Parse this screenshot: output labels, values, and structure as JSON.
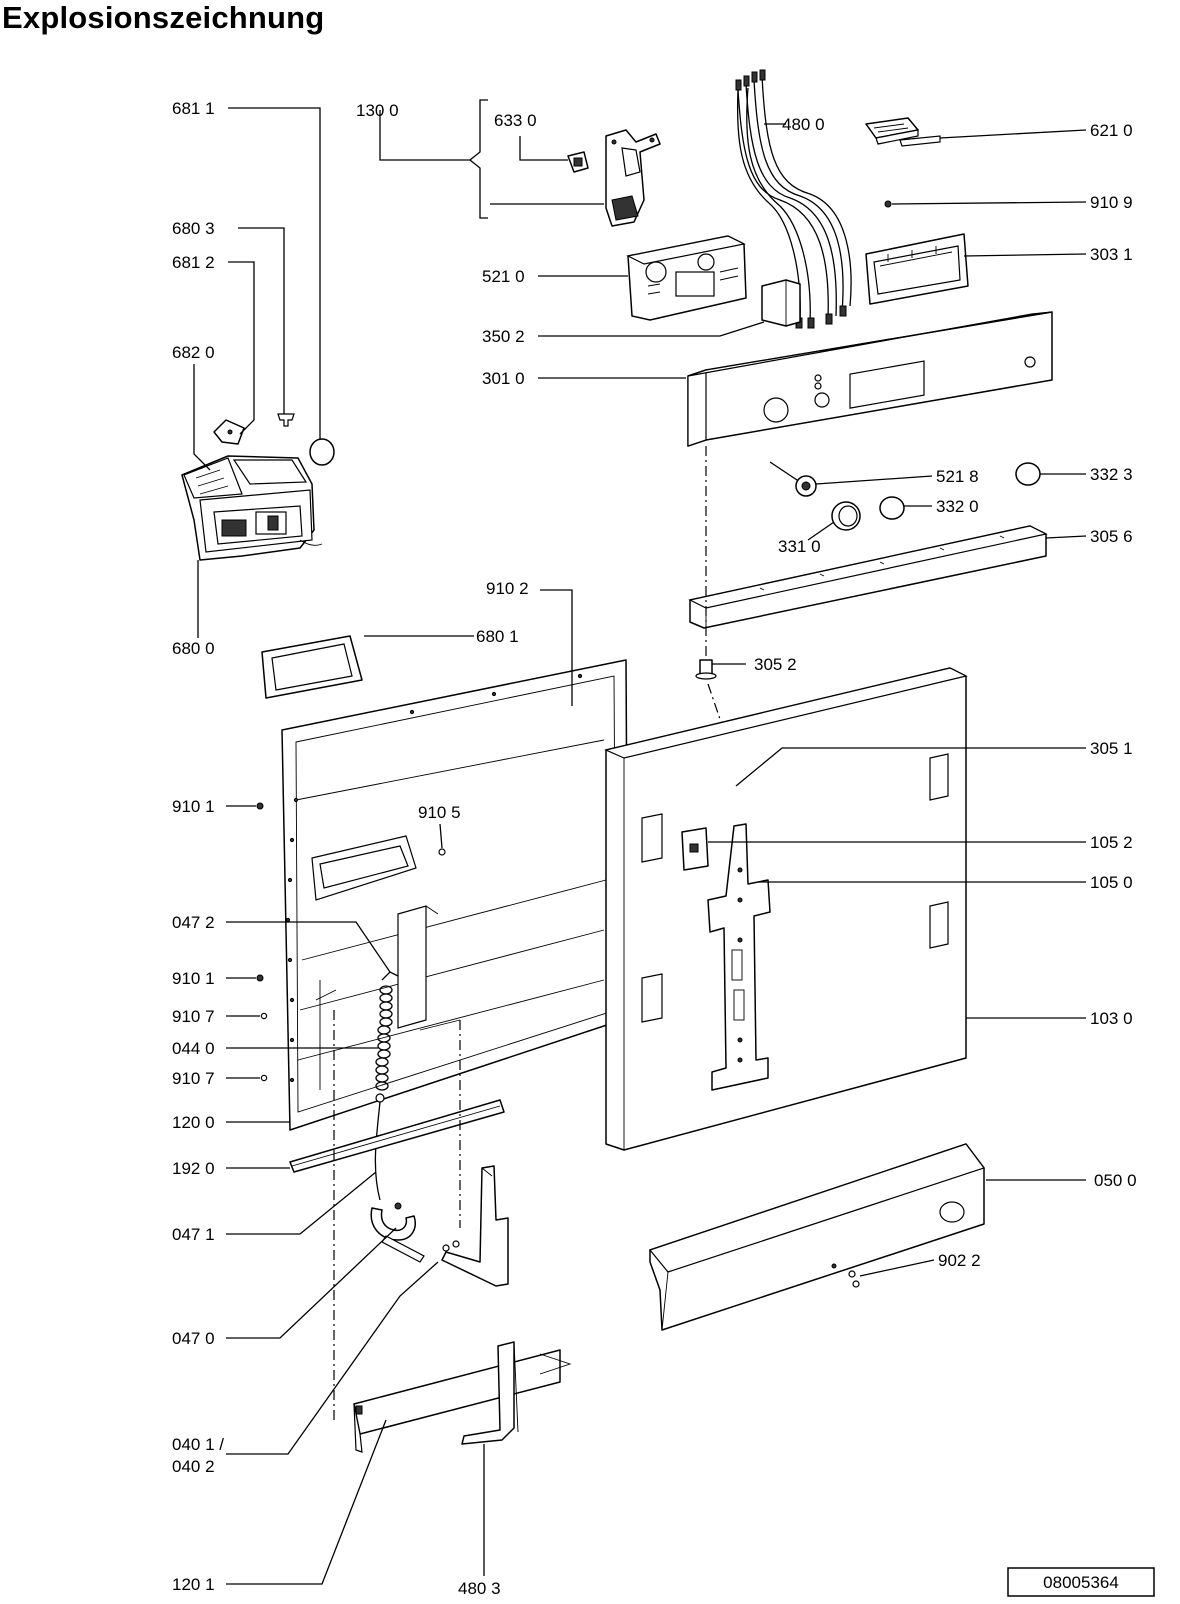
{
  "title": "Explosionszeichnung",
  "drawing_code": "08005364",
  "labels": {
    "l6811": "681 1",
    "l1300": "130 0",
    "l6330": "633 0",
    "l4800": "480 0",
    "l6210": "621 0",
    "l9109": "910 9",
    "l6803": "680 3",
    "l6812": "681 2",
    "l3031": "303 1",
    "l5210": "521 0",
    "l3502": "350 2",
    "l6820": "682 0",
    "l3010": "301 0",
    "l5218": "521 8",
    "l3323": "332 3",
    "l3320": "332 0",
    "l3310": "331 0",
    "l3056": "305 6",
    "l6800": "680 0",
    "l9102": "910 2",
    "l6801": "680 1",
    "l3052": "305 2",
    "l3051": "305 1",
    "l9101a": "910 1",
    "l9105": "910 5",
    "l1052": "105 2",
    "l1050": "105 0",
    "l0472": "047 2",
    "l9101b": "910 1",
    "l9107a": "910 7",
    "l1030": "103 0",
    "l0440": "044 0",
    "l9107b": "910 7",
    "l1200": "120 0",
    "l1920": "192 0",
    "l0500": "050 0",
    "l0471": "047 1",
    "l9022": "902 2",
    "l0470": "047 0",
    "l0401a": "040 1 /",
    "l0401b": "040 2",
    "l1201": "120 1",
    "l4803": "480 3"
  }
}
